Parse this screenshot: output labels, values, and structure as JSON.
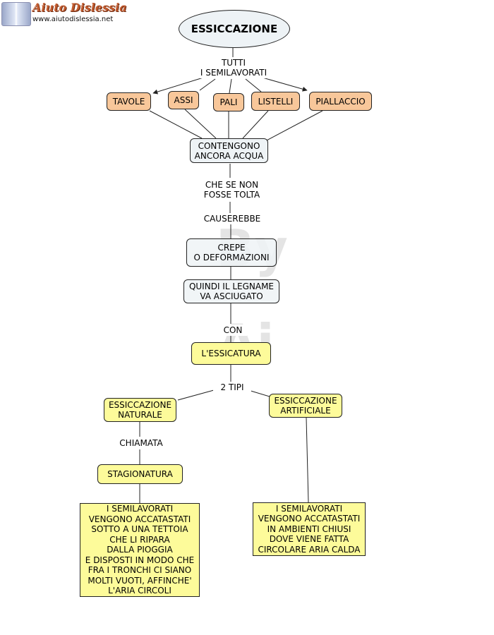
{
  "logo": {
    "title": "Aiuto Dislessia",
    "url": "www.aiutodislessia.net"
  },
  "title": "ESSICCAZIONE",
  "watermark": [
    "By",
    "Ai"
  ],
  "link_labels": {
    "tutti": "TUTTI\nI SEMILAVORATI",
    "che_se": "CHE SE NON\nFOSSE TOLTA",
    "causerebbe": "CAUSEREBBE",
    "con": "CON",
    "due_tipi": "2 TIPI",
    "chiamata": "CHIAMATA"
  },
  "nodes": {
    "tavole": "TAVOLE",
    "assi": "ASSI",
    "pali": "PALI",
    "listelli": "LISTELLI",
    "piallaccio": "PIALLACCIO",
    "contengono": "CONTENGONO\nANCORA ACQUA",
    "crepe": "CREPE\nO DEFORMAZIONI",
    "quindi": "QUINDI IL LEGNAME\nVA ASCIUGATO",
    "essicatura": "L'ESSICATURA",
    "naturale": "ESSICCAZIONE\nNATURALE",
    "artificiale": "ESSICCAZIONE\nARTIFICIALE",
    "stagionatura": "STAGIONATURA",
    "desc_naturale": "I SEMILAVORATI\nVENGONO ACCATASTATI\nSOTTO A UNA TETTOIA\nCHE LI RIPARA\nDALLA PIOGGIA\nE DISPOSTI IN MODO CHE\nFRA I TRONCHI CI SIANO\nMOLTI VUOTI, AFFINCHE'\nL'ARIA CIRCOLI",
    "desc_artificiale": "I SEMILAVORATI\nVENGONO ACCATASTATI\nIN AMBIENTI CHIUSI\nDOVE VIENE FATTA\nCIRCOLARE ARIA CALDA"
  },
  "colors": {
    "orange_node": "#f8c79a",
    "pale_node": "#eef3f6",
    "yellow_node": "#fdfb9a",
    "line": "#222222"
  }
}
